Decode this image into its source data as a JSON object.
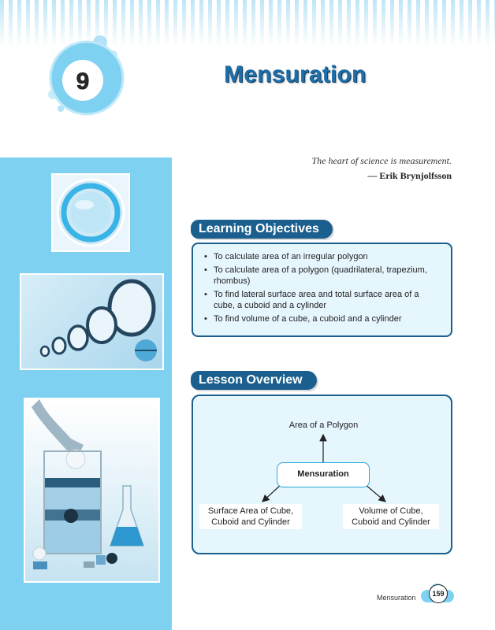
{
  "chapter": {
    "number": "9",
    "title": "Mensuration"
  },
  "quote": {
    "text": "The heart of science is measurement.",
    "author": "— Erik Brynjolfsson"
  },
  "learning_objectives": {
    "heading": "Learning Objectives",
    "items": [
      "To calculate area of an irregular polygon",
      "To calculate area of a polygon (quadrilateral, trapezium, rhombus)",
      "To find lateral surface area and total surface area of a cube, a cuboid and a cylinder",
      "To find volume of a cube, a cuboid and a cylinder"
    ]
  },
  "lesson_overview": {
    "heading": "Lesson Overview",
    "center": "Mensuration",
    "top": "Area of a Polygon",
    "left": [
      "Surface Area of Cube,",
      "Cuboid and Cylinder"
    ],
    "right": [
      "Volume of Cube,",
      "Cuboid and Cylinder"
    ]
  },
  "footer": {
    "label": "Mensuration",
    "page": "159"
  },
  "colors": {
    "accent": "#1b5f8e",
    "sidebar": "#7fd1f2",
    "box_fill": "#e6f6fd",
    "title": "#1f6ea8"
  }
}
